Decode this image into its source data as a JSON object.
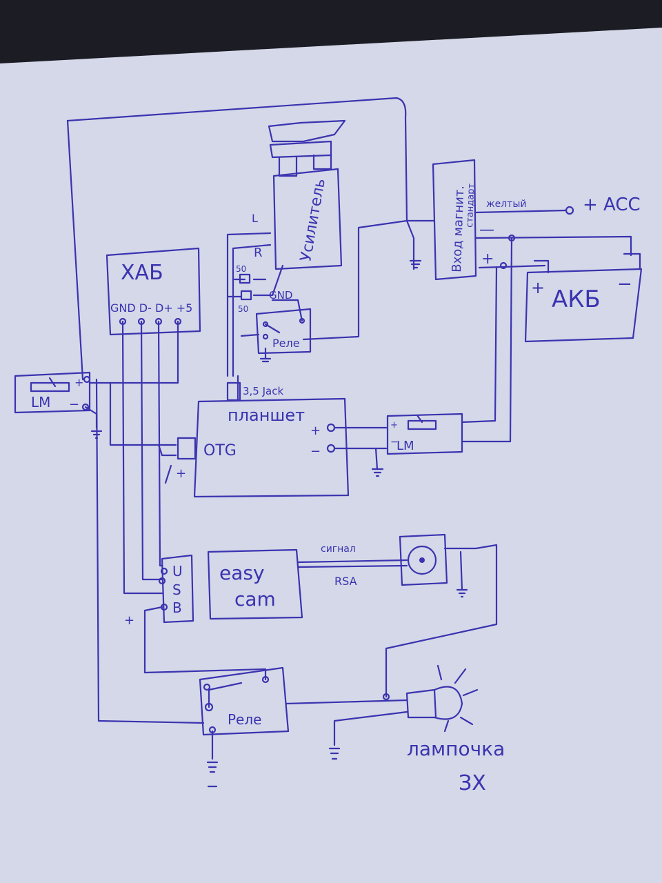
{
  "colors": {
    "paper": "#d4d8e8",
    "ink": "#3b33b0",
    "shadow": "#1c1c24"
  },
  "labels": {
    "hub": "ХАБ",
    "hub_pins": "GND D- D+ +5",
    "amplifier": "Усилитель",
    "amp_L": "L",
    "amp_R": "R",
    "res1": "50",
    "res2": "50",
    "gnd": "GND",
    "relay_top": "Реле",
    "magnitola": "Вход магнит.",
    "magnitola2": "стандарт",
    "yellow": "желтый",
    "acc": "+ ACC",
    "minus": "—",
    "plus": "+",
    "akb": "АКБ",
    "akb_plus": "+",
    "akb_minus": "−",
    "lm_left": "LM",
    "lm_left_plus": "+",
    "lm_left_minus": "−",
    "jack": "3,5 Jack",
    "tablet": "планшет",
    "otg": "OTG",
    "otg_plus": "+",
    "tab_plus": "+",
    "tab_minus": "−",
    "lm_right": "LM",
    "lm_right_plus": "+",
    "lm_right_minus": "−",
    "usb_u": "U",
    "usb_s": "S",
    "usb_b": "B",
    "plus_left": "+",
    "easycap1": "easy",
    "easycap2": "cam",
    "signal": "сигнал",
    "rsa": "RSA",
    "relay_bottom": "Реле",
    "lamp1": "лампочка",
    "lamp2": "ЗХ"
  }
}
